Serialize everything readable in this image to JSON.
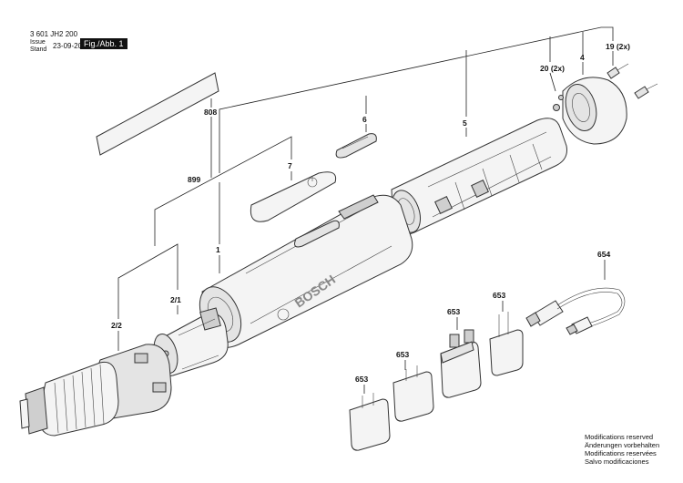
{
  "header": {
    "doc_code": "3 601 JH2 200",
    "issue_label": "Issue",
    "stand_label": "Stand",
    "date": "23-09-20",
    "fig_label": "Fig./Abb. 1"
  },
  "callouts": {
    "p808": "808",
    "p6": "6",
    "p5": "5",
    "p4": "4",
    "p19": "19 (2x)",
    "p20": "20 (2x)",
    "p899": "899",
    "p7": "7",
    "p1": "1",
    "p654": "654",
    "p21": "2/1",
    "p22": "2/2",
    "p653a": "653",
    "p653b": "653",
    "p653c": "653",
    "p653d": "653"
  },
  "brand": "BOSCH",
  "modifications": [
    "Modifications reserved",
    "Änderungen vorbehalten",
    "Modifications reservées",
    "Salvo modificaciones"
  ]
}
